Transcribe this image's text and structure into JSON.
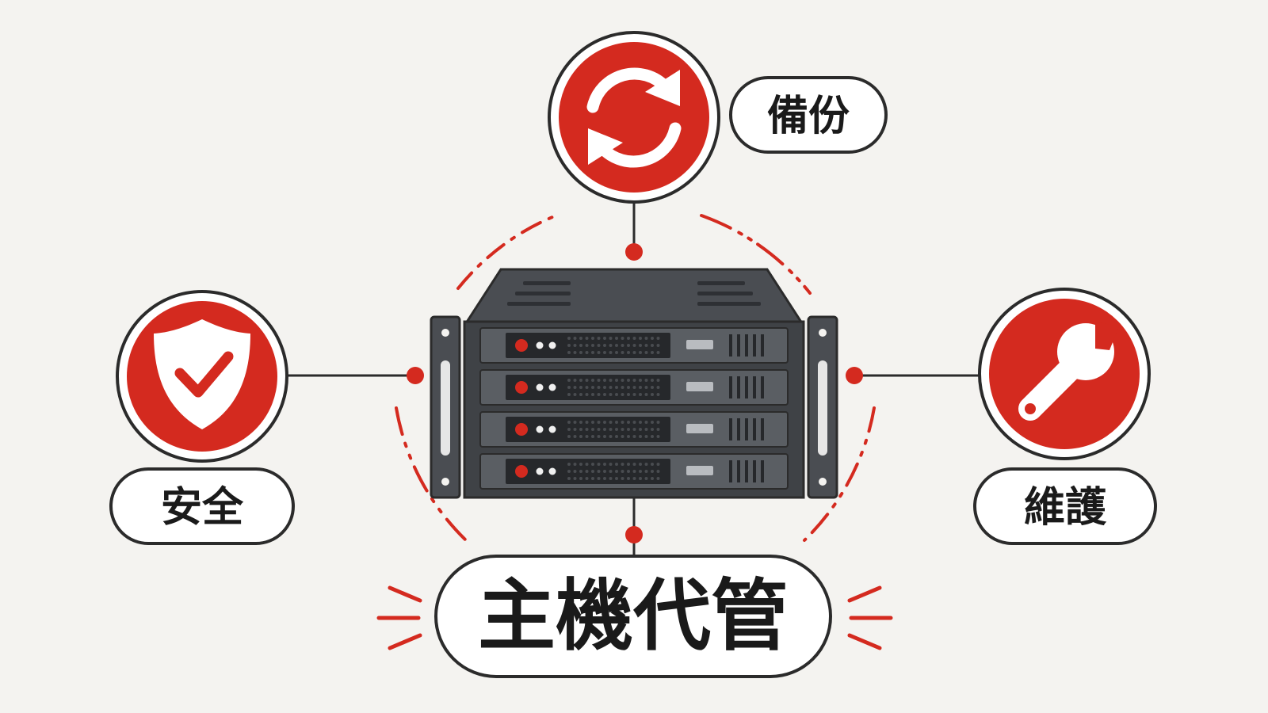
{
  "diagram": {
    "center_title": "主機代管",
    "nodes": [
      {
        "id": "backup",
        "label": "備份",
        "icon": "sync-icon"
      },
      {
        "id": "security",
        "label": "安全",
        "icon": "shield-check-icon"
      },
      {
        "id": "maintenance",
        "label": "維護",
        "icon": "wrench-icon"
      }
    ],
    "central_icon": "server-rack-icon"
  },
  "colors": {
    "accent_red": "#d42a1f",
    "outline": "#2b2b2b",
    "server_body": "#4a4d52",
    "background": "#f4f3f0"
  }
}
